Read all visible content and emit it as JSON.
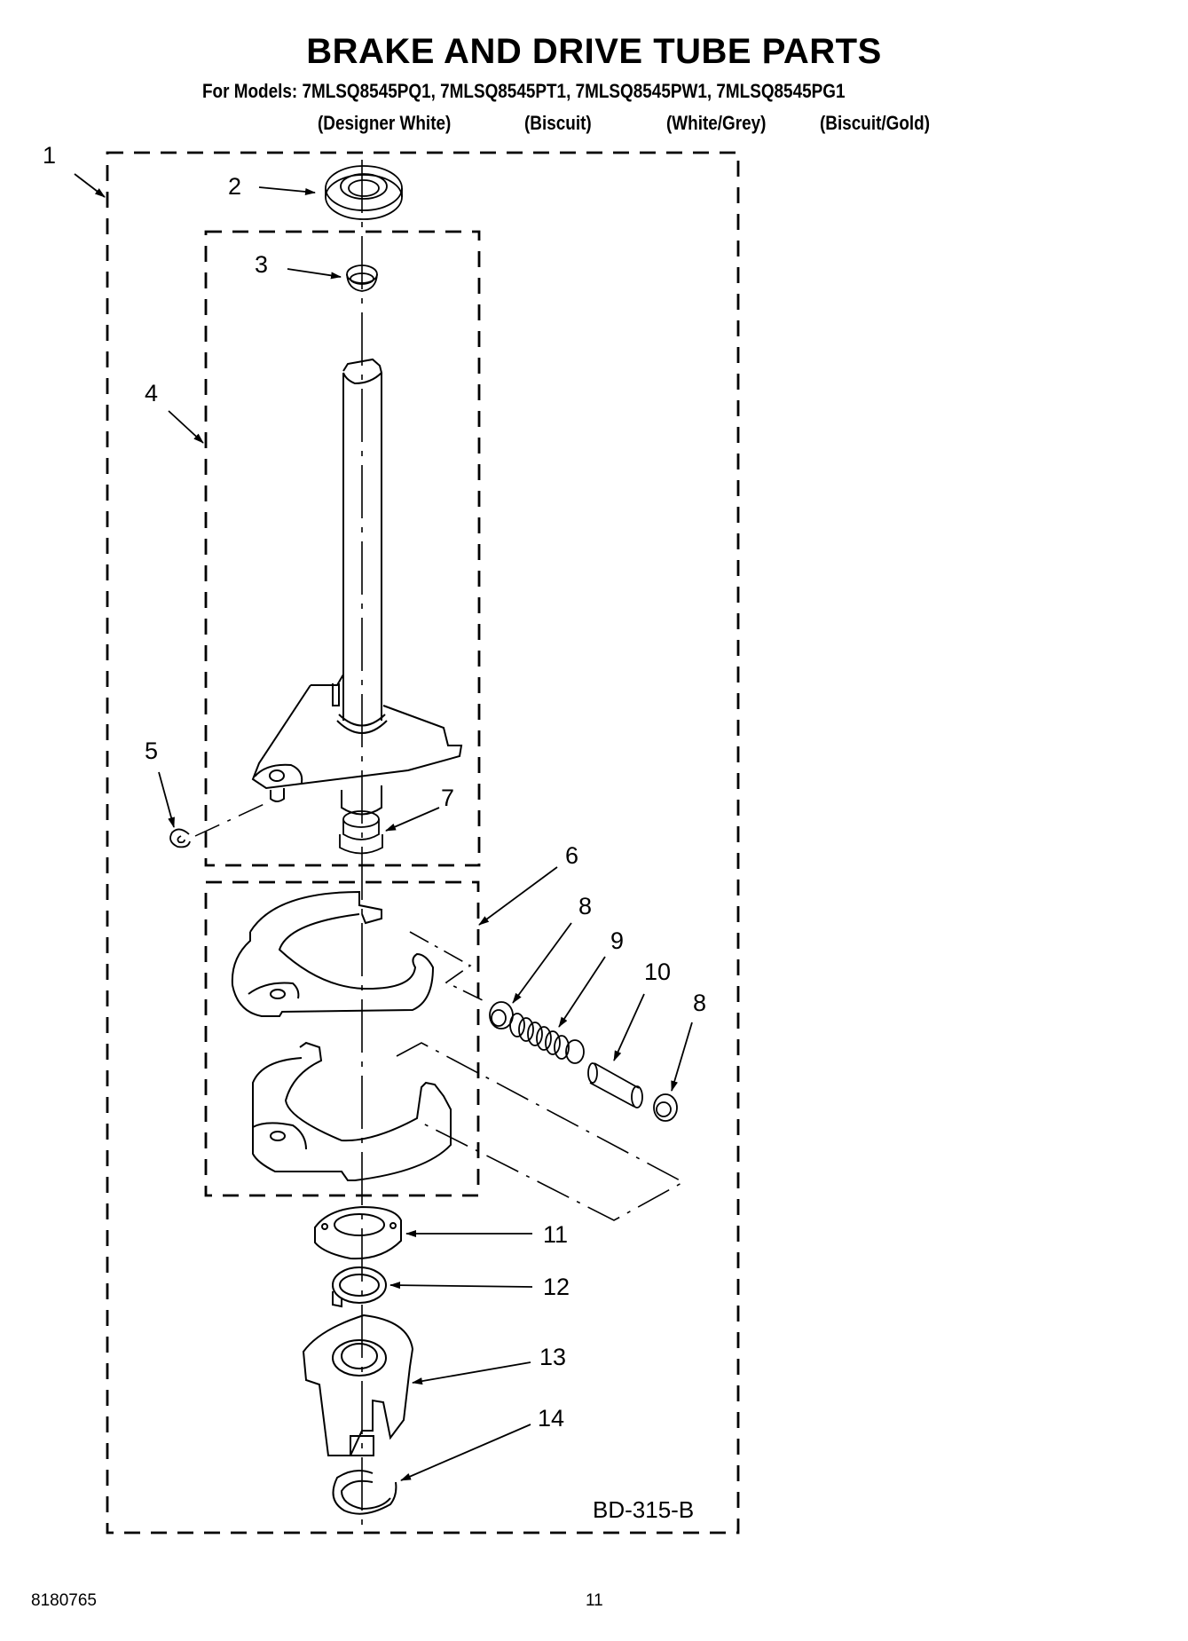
{
  "header": {
    "title": "BRAKE AND DRIVE TUBE PARTS",
    "models_line": "For Models: 7MLSQ8545PQ1, 7MLSQ8545PT1, 7MLSQ8545PW1, 7MLSQ8545PG1",
    "models": [
      {
        "model": "7MLSQ8545PQ1",
        "color": "(Designer White)"
      },
      {
        "model": "7MLSQ8545PT1",
        "color": "(Biscuit)"
      },
      {
        "model": "7MLSQ8545PW1",
        "color": "(White/Grey)"
      },
      {
        "model": "7MLSQ8545PG1",
        "color": "(Biscuit/Gold)"
      }
    ]
  },
  "diagram": {
    "callouts": [
      "1",
      "2",
      "3",
      "4",
      "5",
      "6",
      "7",
      "8",
      "9",
      "10",
      "8",
      "11",
      "12",
      "13",
      "14"
    ],
    "drawing_code": "BD-315-B"
  },
  "footer": {
    "document_number": "8180765",
    "page_number": "11"
  }
}
